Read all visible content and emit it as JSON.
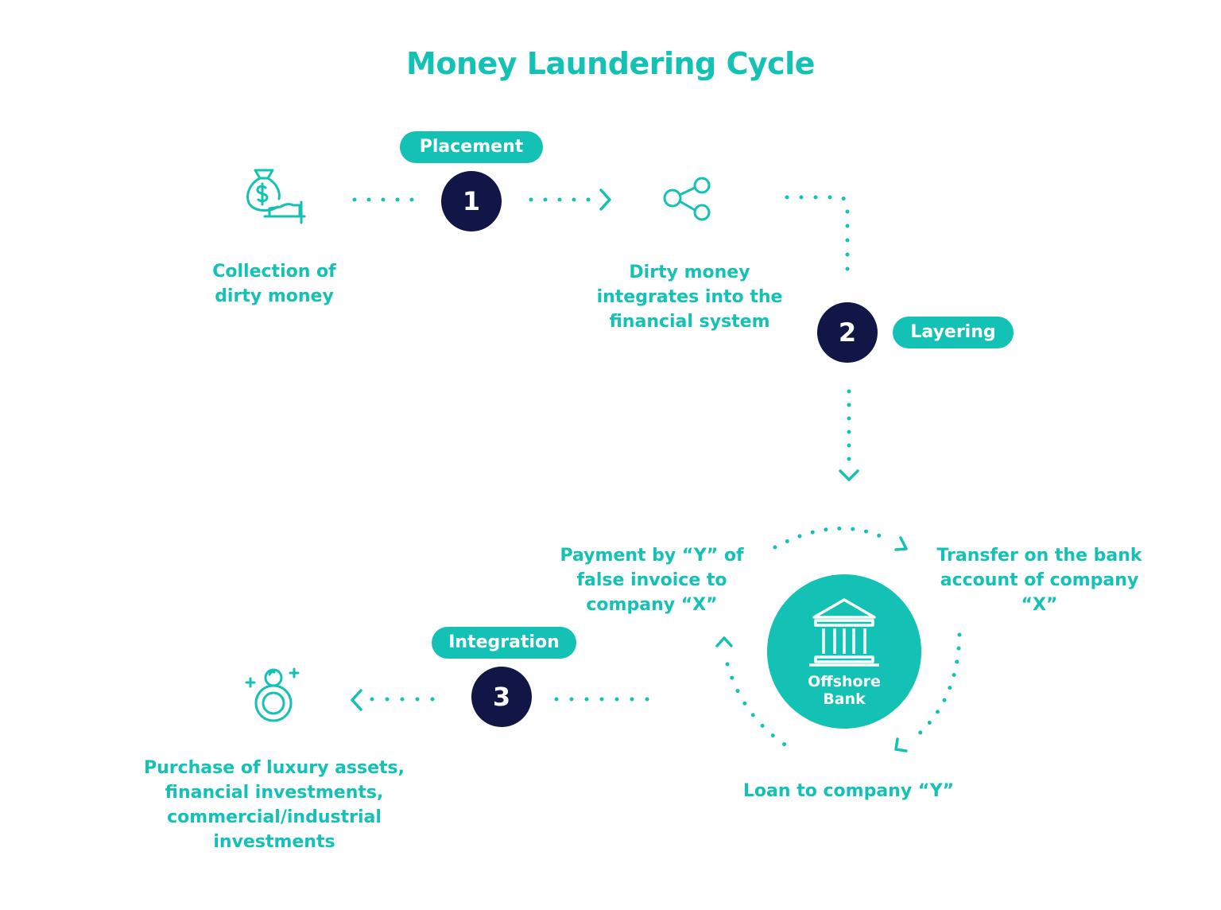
{
  "title": "Money Laundering Cycle",
  "stages": [
    {
      "number": "1",
      "name": "Placement"
    },
    {
      "number": "2",
      "name": "Layering"
    },
    {
      "number": "3",
      "name": "Integration"
    }
  ],
  "steps": {
    "collection": [
      "Collection of",
      "dirty money"
    ],
    "integrates": [
      "Dirty money",
      "integrates into the",
      "financial system"
    ],
    "payment": [
      "Payment by “Y” of",
      "false invoice to",
      "company “X”"
    ],
    "transfer": [
      "Transfer on the bank",
      "account of company",
      "“X”"
    ],
    "loan": "Loan to company “Y”",
    "purchase": [
      "Purchase of luxury assets,",
      "financial investments,",
      "commercial/industrial",
      "investments"
    ]
  },
  "bank": [
    "Offshore",
    "Bank"
  ],
  "colors": {
    "accent": "#13c2b4",
    "dark": "#121646",
    "background": "#ffffff"
  },
  "icons": [
    "money-bag-hand-icon",
    "share-network-icon",
    "diamond-ring-icon",
    "bank-building-icon"
  ]
}
